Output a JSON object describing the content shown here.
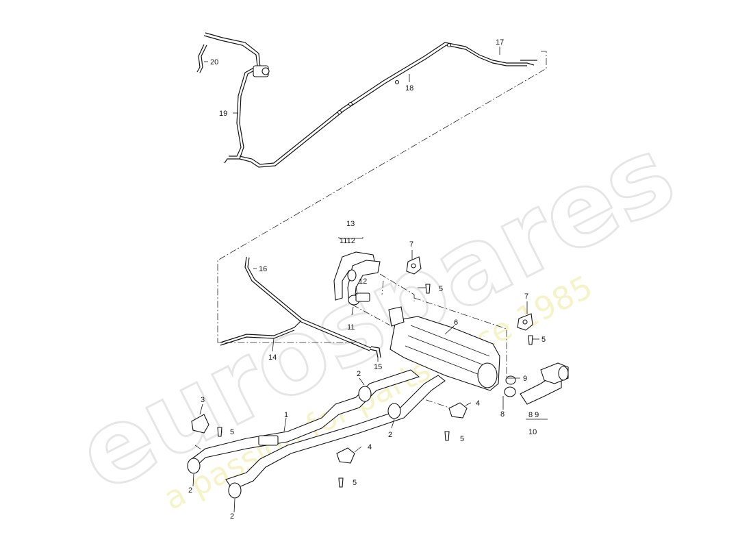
{
  "watermark": {
    "brand": "eurospares",
    "tagline": "a passion for parts since 1985"
  },
  "callouts": {
    "c1": "1",
    "c2a": "2",
    "c2b": "2",
    "c2c": "2",
    "c2d": "2",
    "c3": "3",
    "c4a": "4",
    "c4b": "4",
    "c5a": "5",
    "c5b": "5",
    "c5c": "5",
    "c5d": "5",
    "c5e": "5",
    "c6": "6",
    "c7a": "7",
    "c7b": "7",
    "c8": "8",
    "c8_9": "8 9",
    "c9": "9",
    "c10": "10",
    "c11": "11",
    "c11_12": "1112",
    "c12": "12",
    "c13": "13",
    "c14": "14",
    "c15": "15",
    "c16": "16",
    "c17": "17",
    "c18": "18",
    "c19": "19",
    "c20": "20"
  }
}
